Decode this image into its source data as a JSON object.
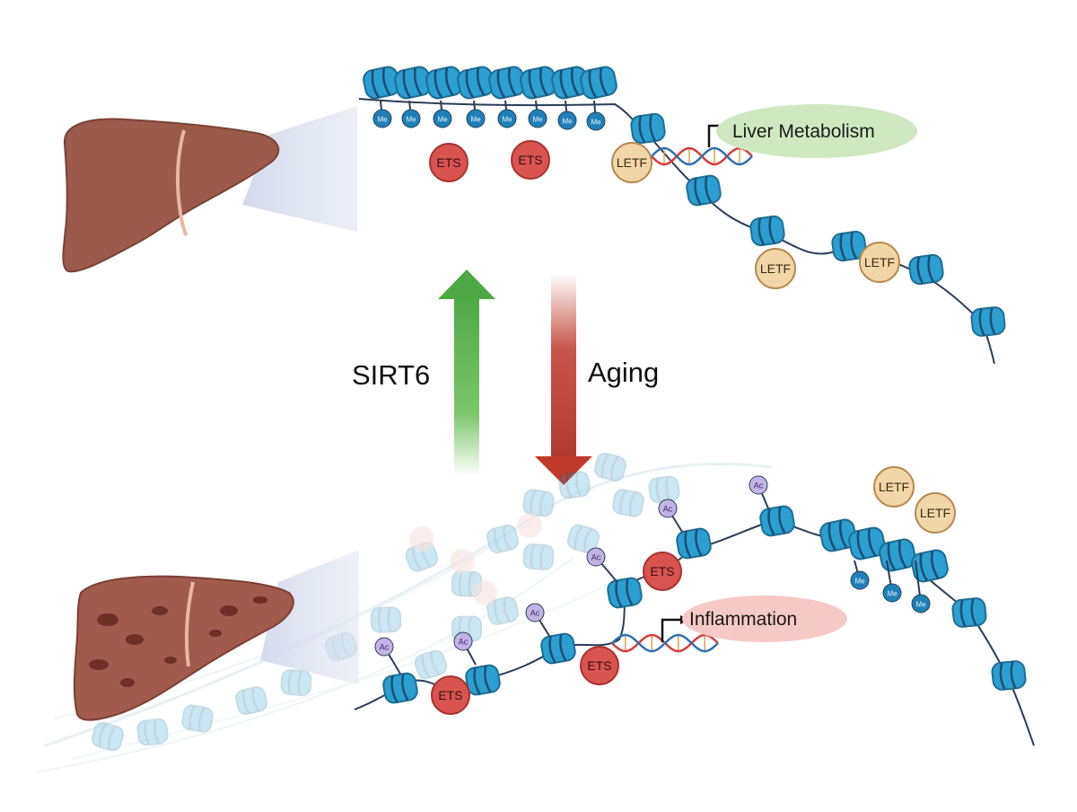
{
  "labels": {
    "liver_metabolism": "Liver Metabolism",
    "inflammation": "Inflammation",
    "sirt6": "SIRT6",
    "aging": "Aging",
    "ets": "ETS",
    "letf": "LETF",
    "me": "Me",
    "ac": "Ac"
  },
  "colors": {
    "nucleosome": "#2b9fd0",
    "ets": "#d9534f",
    "letf": "#f1d6a8",
    "me": "#1f7fb8",
    "ac": "#c3b2e6",
    "sirt6_arrow": "#4caf50",
    "aging_arrow": "#c0392b",
    "liver_healthy": "#9b5a4a",
    "liver_aged": "#a05b4d"
  },
  "icons": {
    "healthy_liver": "healthy-liver-icon",
    "aged_liver": "fibrotic-liver-icon",
    "dna": "dna-helix-icon",
    "nucleosome": "nucleosome-icon"
  }
}
